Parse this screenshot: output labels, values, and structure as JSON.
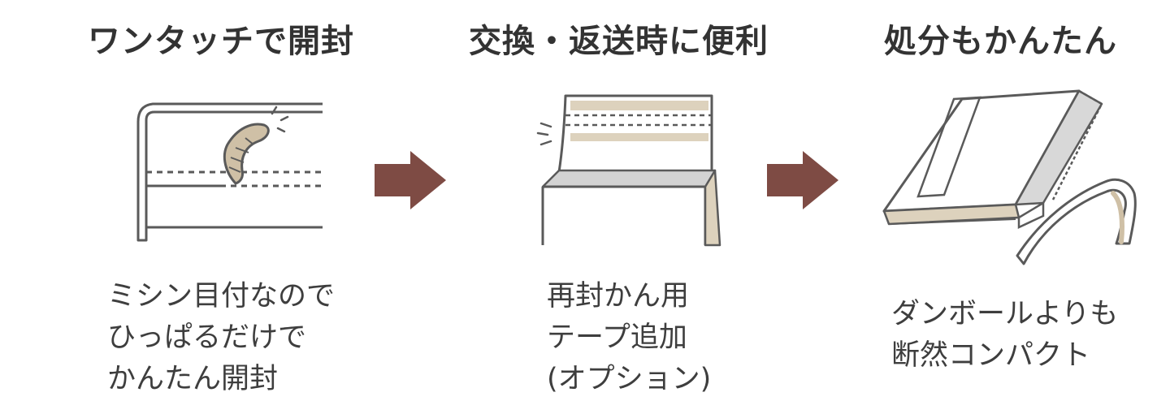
{
  "steps": [
    {
      "title": "ワンタッチで開封",
      "caption": [
        "ミシン目付なので",
        "ひっぱるだけで",
        "かんたん開封"
      ]
    },
    {
      "title": "交換・返送時に便利",
      "caption": [
        "再封かん用",
        "テープ追加",
        "(オプション)"
      ]
    },
    {
      "title": "処分もかんたん",
      "caption": [
        "ダンボールよりも",
        "断然コンパクト"
      ]
    }
  ],
  "colors": {
    "arrow": "#7e4b44",
    "tape": "#cfc0a6",
    "tape_light": "#ddd2bd",
    "outline": "#5a5a5a",
    "inner_gray": "#d3d3d3"
  }
}
